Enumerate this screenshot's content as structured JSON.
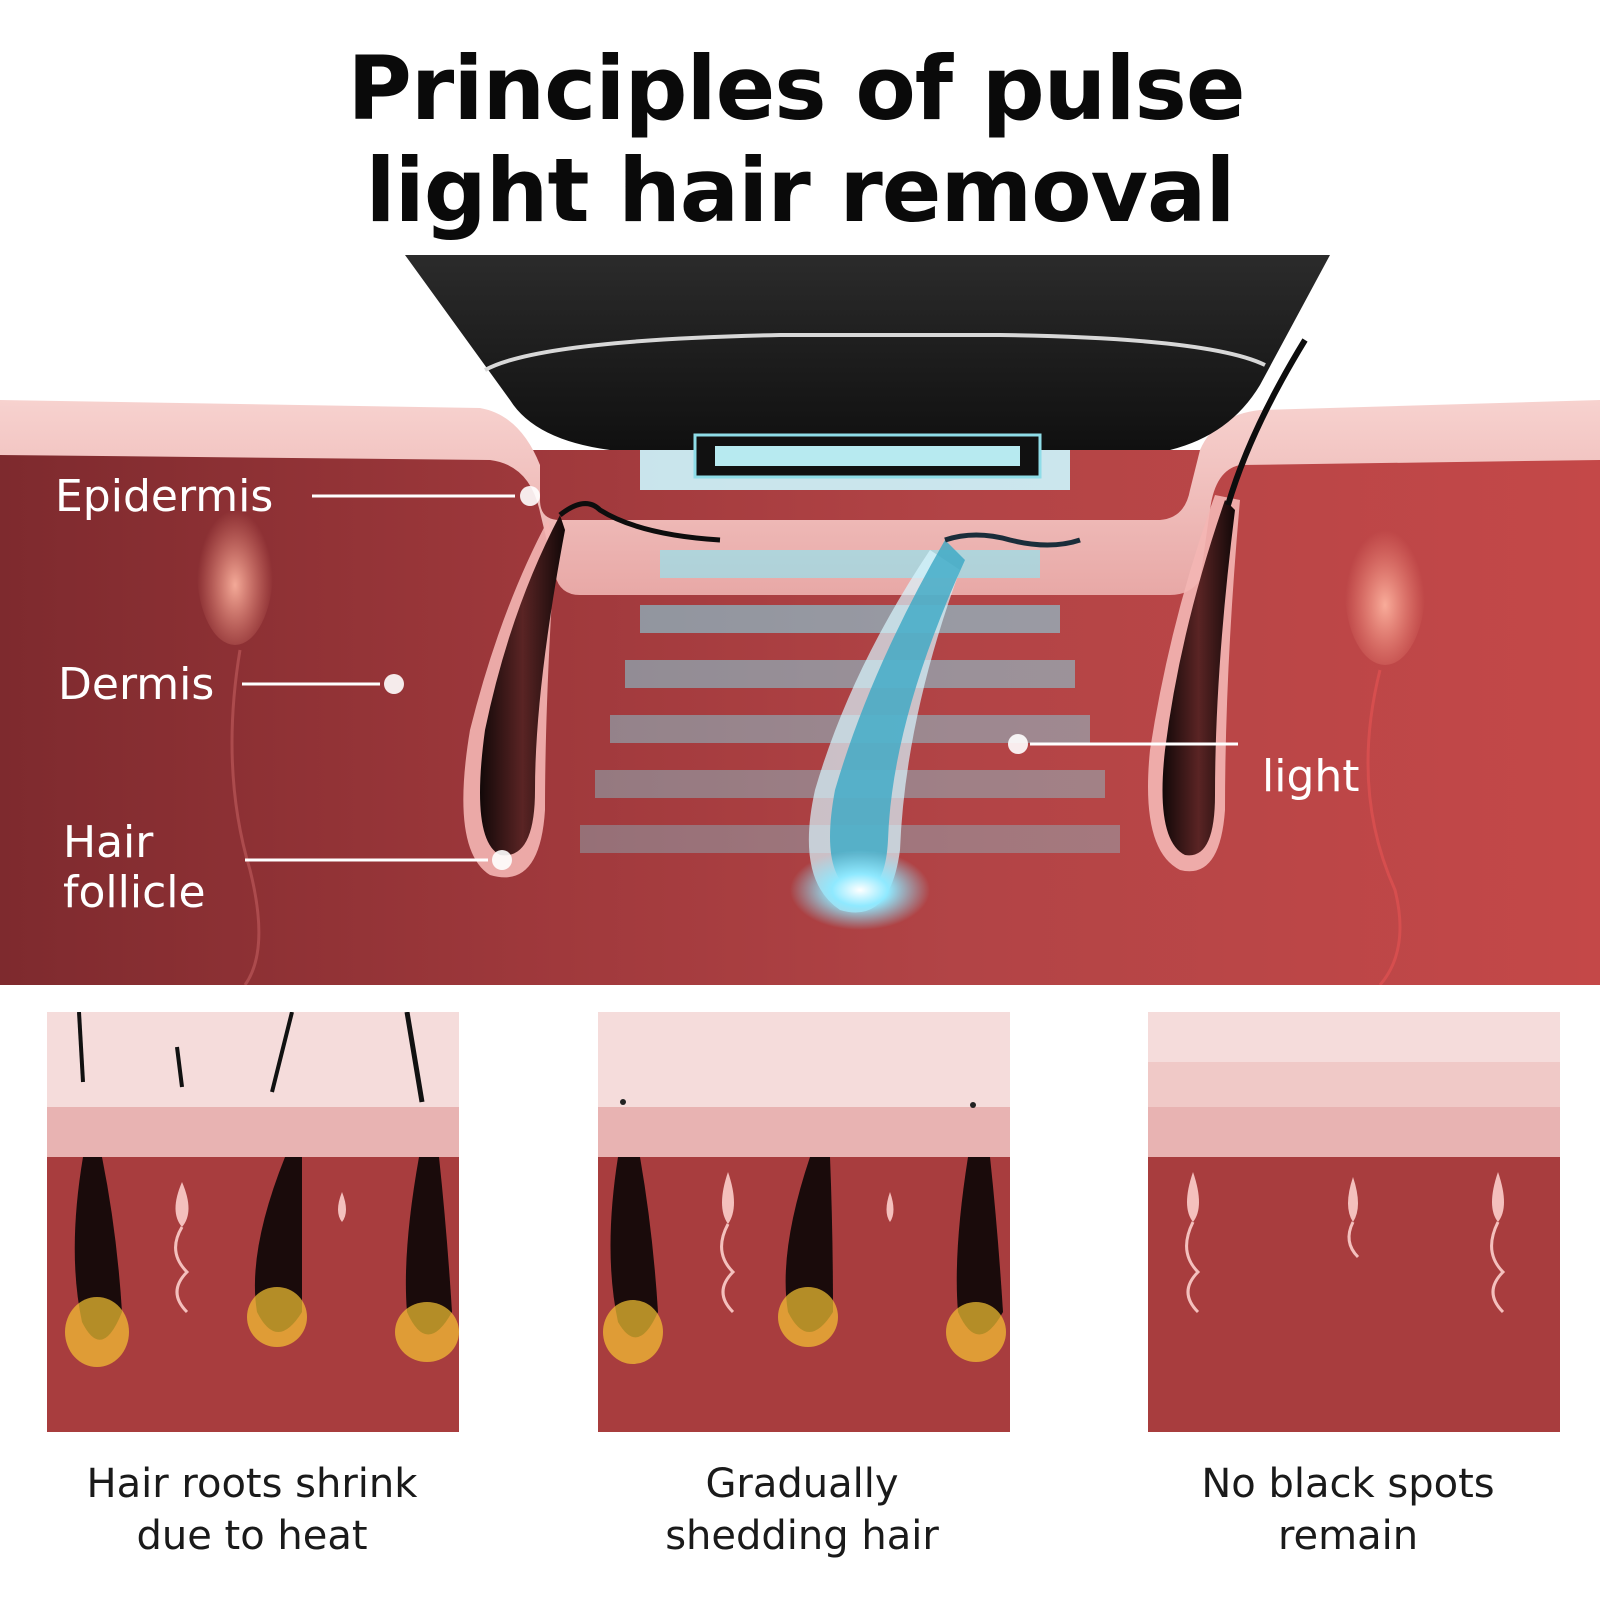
{
  "title": {
    "line1": "Principles of pulse",
    "line2": "light hair removal"
  },
  "labels": {
    "epidermis": "Epidermis",
    "dermis": "Dermis",
    "hair_follicle_line1": "Hair",
    "hair_follicle_line2": "follicle",
    "light": "light"
  },
  "stages": [
    {
      "caption_line1": "Hair roots shrink",
      "caption_line2": "due to heat"
    },
    {
      "caption_line1": "Gradually",
      "caption_line2": "shedding hair"
    },
    {
      "caption_line1": "No black spots",
      "caption_line2": "remain"
    }
  ],
  "colors": {
    "skin_pink": "#f2c2c0",
    "dermis_red": "#9e3a3a",
    "device_black": "#1b1b1b",
    "light_cyan": "#6fe6ff",
    "follicle_dark": "#2a1414",
    "burn_yellow": "#f7c533"
  },
  "icons": [
    "ipl-device-icon",
    "hair-follicle-icon",
    "light-beam-icon",
    "callout-dot-icon"
  ]
}
